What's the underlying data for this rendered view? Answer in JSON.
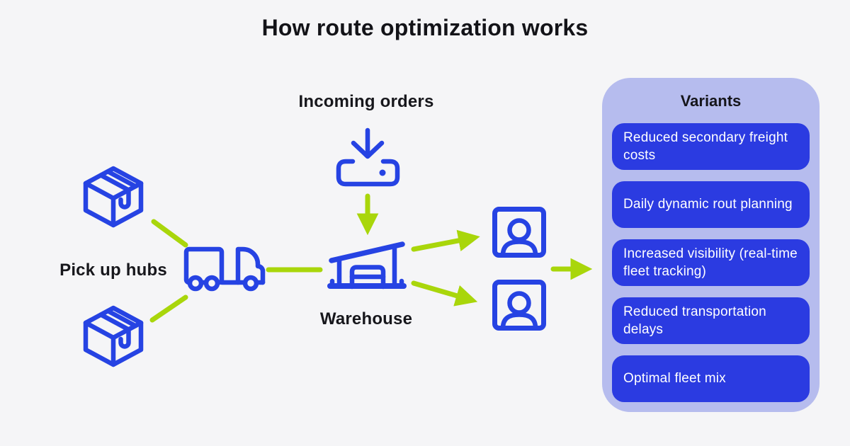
{
  "title": "How route optimization works",
  "colors": {
    "background": "#F5F5F7",
    "icon_blue": "#2643E3",
    "pill_blue": "#2B3BE1",
    "lime_green": "#A9D60B",
    "panel_lavender": "#B6BCEE",
    "text_dark": "#17171C",
    "pill_text": "#FFFFFF"
  },
  "diagram": {
    "pickup_hubs_label": "Pick up hubs",
    "incoming_orders_label": "Incoming orders",
    "warehouse_label": "Warehouse",
    "icons": [
      "package-icon",
      "package-icon",
      "truck-icon",
      "inbox-receive-icon",
      "warehouse-icon",
      "person-icon",
      "person-icon"
    ]
  },
  "variants": {
    "title": "Variants",
    "items": [
      "Reduced secondary freight costs",
      "Daily dynamic rout planning",
      "Increased visibility (real-time fleet tracking)",
      "Reduced transportation delays",
      "Optimal fleet mix"
    ]
  }
}
